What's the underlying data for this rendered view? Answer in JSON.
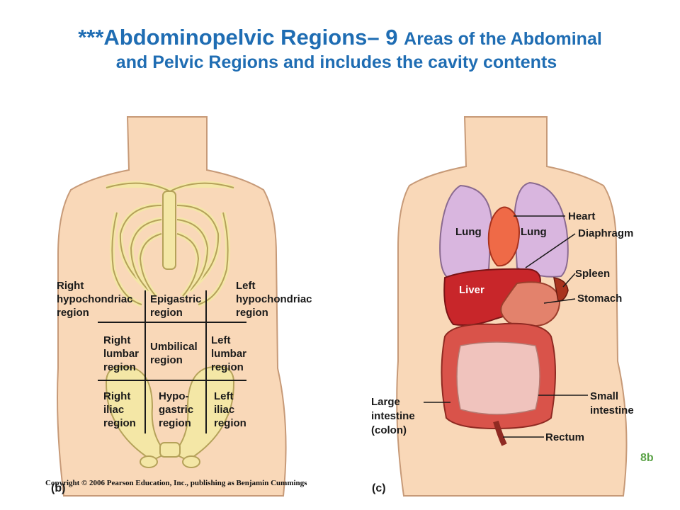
{
  "title": {
    "line1_prefix": "***Abdominopelvic Regions",
    "line1_dash": "– 9 ",
    "line1_suffix": "Areas of the  Abdominal",
    "line2": "and Pelvic Regions and includes the cavity contents"
  },
  "panel_b": {
    "label": "(b)",
    "regions": {
      "right_hypochondriac": [
        "Right",
        "hypochondriac",
        "region"
      ],
      "epigastric": [
        "Epigastric",
        "region"
      ],
      "left_hypochondriac": [
        "Left",
        "hypochondriac",
        "region"
      ],
      "right_lumbar": [
        "Right",
        "lumbar",
        "region"
      ],
      "umbilical": [
        "Umbilical",
        "region"
      ],
      "left_lumbar": [
        "Left",
        "lumbar",
        "region"
      ],
      "right_iliac": [
        "Right",
        "iliac",
        "region"
      ],
      "hypogastric": [
        "Hypo-",
        "gastric",
        "region"
      ],
      "left_iliac": [
        "Left",
        "iliac",
        "region"
      ]
    }
  },
  "panel_c": {
    "label": "(c)",
    "organs": {
      "lung_left": "Lung",
      "lung_right": "Lung",
      "liver": "Liver",
      "heart": "Heart",
      "diaphragm": "Diaphragm",
      "spleen": "Spleen",
      "stomach": "Stomach",
      "small_intestine": [
        "Small",
        "intestine"
      ],
      "large_intestine": [
        "Large",
        "intestine",
        "(colon)"
      ],
      "rectum": "Rectum"
    }
  },
  "copyright": "Copyright © 2006 Pearson Education, Inc., publishing as Benjamin Cummings",
  "figure_ref": "8b",
  "colors": {
    "title": "#1f6db3",
    "skin": "#f9d8b8",
    "bone": "#f4e7a6",
    "lung": "#d9b6df",
    "liver": "#c8262a",
    "intestine": "#d9534a",
    "small_intestine": "#f0c3bd",
    "figure_ref": "#5aa246"
  }
}
